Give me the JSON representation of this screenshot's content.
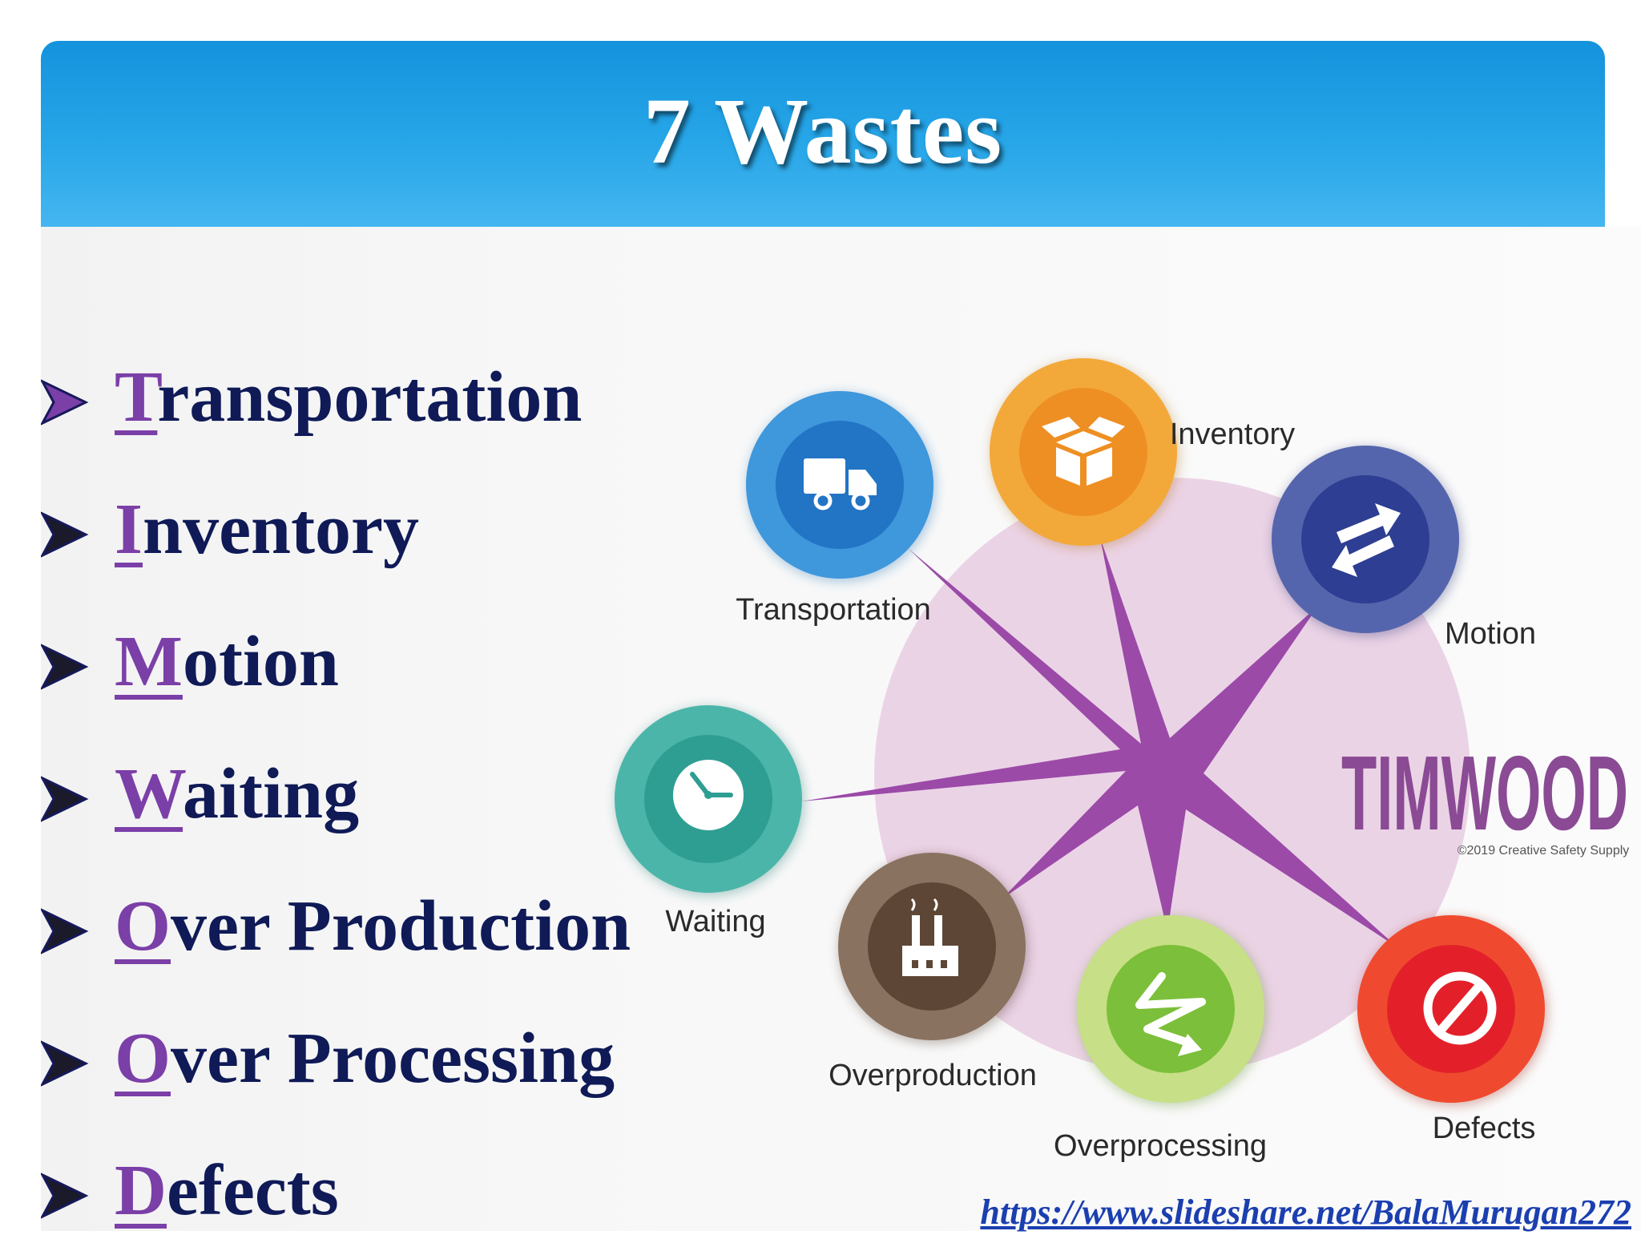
{
  "title": "7 Wastes",
  "wastes": [
    {
      "initial": "T",
      "rest": "ransportation"
    },
    {
      "initial": "I",
      "rest": "nventory"
    },
    {
      "initial": "M",
      "rest": "otion"
    },
    {
      "initial": "W",
      "rest": "aiting"
    },
    {
      "initial": "O",
      "rest": "ver Production"
    },
    {
      "initial": "O",
      "rest": "ver Processing"
    },
    {
      "initial": "D",
      "rest": "efects"
    }
  ],
  "diagram": {
    "brand": "TIMWOOD",
    "copyright": "©2019 Creative Safety Supply",
    "nodes": [
      {
        "label": "Transportation",
        "icon": "truck-icon",
        "color": "#3f97dc"
      },
      {
        "label": "Inventory",
        "icon": "box-icon",
        "color": "#f0a033"
      },
      {
        "label": "Motion",
        "icon": "swap-arrows-icon",
        "color": "#4458a6"
      },
      {
        "label": "Waiting",
        "icon": "clock-icon",
        "color": "#45b0a5"
      },
      {
        "label": "Overproduction",
        "icon": "factory-icon",
        "color": "#7d6654"
      },
      {
        "label": "Overprocessing",
        "icon": "zigzag-arrow-icon",
        "color": "#8cc63f"
      },
      {
        "label": "Defects",
        "icon": "prohibited-icon",
        "color": "#ef4a30"
      }
    ],
    "colors": {
      "star": "#9b4aa8",
      "circle": "#ebd3e6",
      "brand": "#8a4a94"
    }
  },
  "source_link": "https://www.slideshare.net/BalaMurugan272"
}
